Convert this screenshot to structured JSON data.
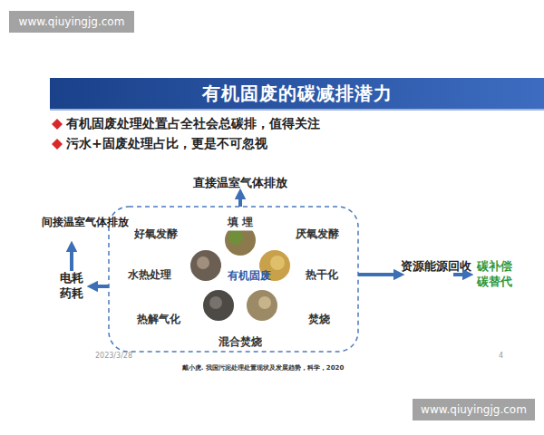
{
  "diagram": {
    "title": "有机固废的碳减排潜力",
    "nodes": [
      {
        "text": [
          "好氧发酵",
          "填 埋",
          "厌氧发酵",
          "水热处理",
          "热干化",
          "热解气化",
          "焚烧",
          "混合焚烧"
        ]
      },
      {
        "text": [
          "有机固废"
        ],
        "in": 0
      },
      {
        "text": [
          "直接温室气体排放"
        ]
      },
      {
        "text": [
          "电耗 药耗"
        ]
      },
      {
        "text": [
          "间接温室气体排放"
        ]
      },
      {
        "text": [
          "资源能源回收"
        ]
      },
      {
        "text": [
          "碳补偿 碳替代"
        ]
      }
    ],
    "edges": [
      {
        "from": 0,
        "to": 2,
        "arrow": "to"
      },
      {
        "from": 0,
        "to": 3,
        "arrow": "to"
      },
      {
        "from": 3,
        "to": 4,
        "arrow": "to"
      },
      {
        "from": 0,
        "to": 5,
        "arrow": "to"
      },
      {
        "from": 5,
        "to": 6,
        "arrow": "to"
      }
    ],
    "labels": [
      "www.qiuyingjg.com",
      "有机固废处理处置占全社会总碳排，值得关注",
      "污水+固废处理占比，更是不可忽视",
      "2023/3/28",
      "4",
      "戴小虎. 我国污泥处理处置现状及发展趋势，科学，2020",
      "www.qiuyingjg.com"
    ]
  }
}
